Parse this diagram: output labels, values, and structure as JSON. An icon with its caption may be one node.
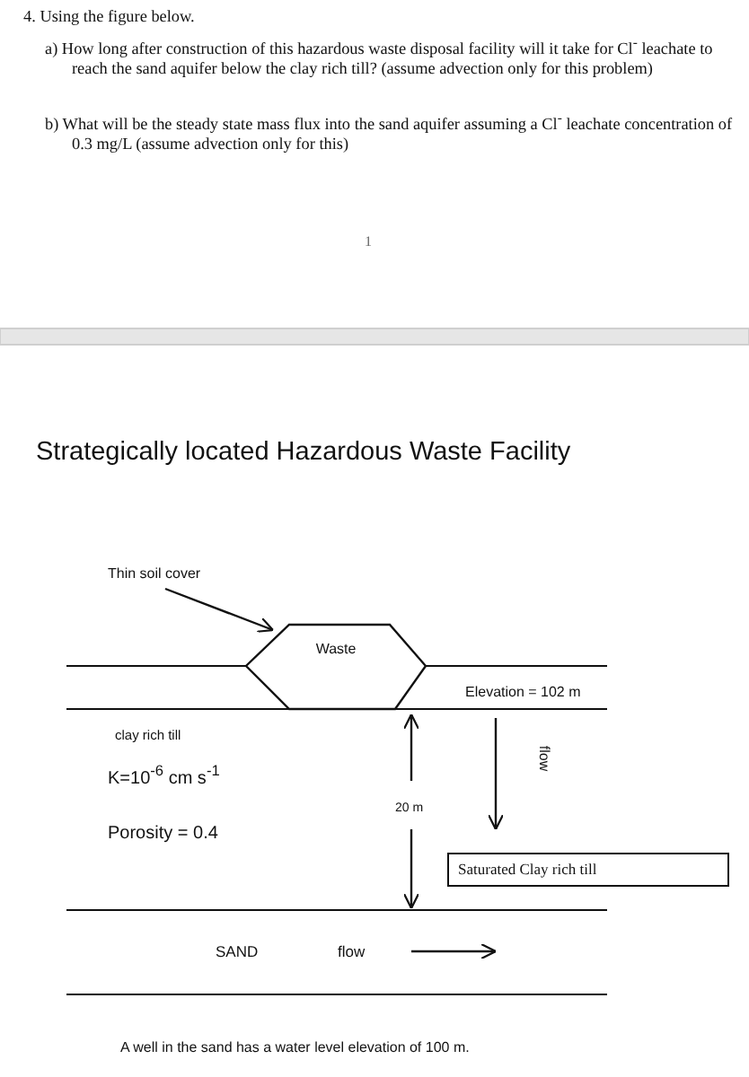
{
  "diagram": {
    "title": "Strategically located Hazardous Waste Facility",
    "nodes": [
      {
        "text": [
          "Thin soil cover"
        ]
      },
      {
        "text": [
          "Waste"
        ]
      },
      {
        "text": [
          "Saturated Clay rich till"
        ]
      }
    ],
    "edges": [
      {
        "from": 0,
        "to": 1,
        "arrow": "to"
      }
    ],
    "labels": [
      "4. Using the figure below.",
      "a) How long after construction of this hazardous waste disposal facility will it take for Cl$^{-}$ leachate to reach the sand aquifer below the clay rich till? (assume advection only for this problem)",
      "b) What will be the steady state mass flux into the sand aquifer assuming a Cl$^{-}$ leachate concentration of 0.3 mg/L (assume advection only for this)",
      "1",
      "Elevation = 102 m",
      "clay rich till",
      "K=10$^{-6}$ cm s$^{-1}$",
      "flow",
      "20 m",
      "Porosity = 0.4",
      "SAND",
      "flow",
      "A well in the sand has a water level elevation of 100 m."
    ]
  }
}
